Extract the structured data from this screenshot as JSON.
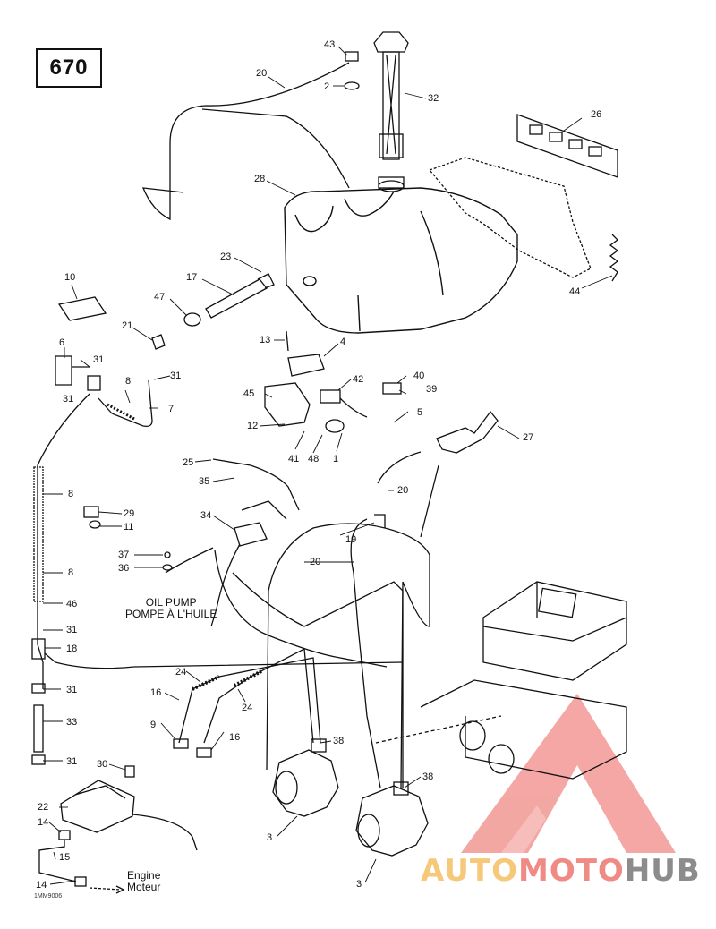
{
  "page_number": "670",
  "callouts": [
    {
      "id": "43",
      "label": "43"
    },
    {
      "id": "2",
      "label": "2"
    },
    {
      "id": "32",
      "label": "32"
    },
    {
      "id": "20a",
      "label": "20"
    },
    {
      "id": "26",
      "label": "26"
    },
    {
      "id": "28",
      "label": "28"
    },
    {
      "id": "44",
      "label": "44"
    },
    {
      "id": "10",
      "label": "10"
    },
    {
      "id": "23",
      "label": "23"
    },
    {
      "id": "17",
      "label": "17"
    },
    {
      "id": "47",
      "label": "47"
    },
    {
      "id": "21",
      "label": "21"
    },
    {
      "id": "6",
      "label": "6"
    },
    {
      "id": "31a",
      "label": "31"
    },
    {
      "id": "31b",
      "label": "31"
    },
    {
      "id": "31c",
      "label": "31"
    },
    {
      "id": "8a",
      "label": "8"
    },
    {
      "id": "7",
      "label": "7"
    },
    {
      "id": "13",
      "label": "13"
    },
    {
      "id": "4",
      "label": "4"
    },
    {
      "id": "40",
      "label": "40"
    },
    {
      "id": "42",
      "label": "42"
    },
    {
      "id": "39",
      "label": "39"
    },
    {
      "id": "45",
      "label": "45"
    },
    {
      "id": "5",
      "label": "5"
    },
    {
      "id": "12",
      "label": "12"
    },
    {
      "id": "41",
      "label": "41"
    },
    {
      "id": "48",
      "label": "48"
    },
    {
      "id": "1",
      "label": "1"
    },
    {
      "id": "27",
      "label": "27"
    },
    {
      "id": "25",
      "label": "25"
    },
    {
      "id": "35",
      "label": "35"
    },
    {
      "id": "8b",
      "label": "8"
    },
    {
      "id": "20b",
      "label": "20"
    },
    {
      "id": "29",
      "label": "29"
    },
    {
      "id": "11",
      "label": "11"
    },
    {
      "id": "34",
      "label": "34"
    },
    {
      "id": "19",
      "label": "19"
    },
    {
      "id": "37",
      "label": "37"
    },
    {
      "id": "36",
      "label": "36"
    },
    {
      "id": "8c",
      "label": "8"
    },
    {
      "id": "20c",
      "label": "20"
    },
    {
      "id": "46",
      "label": "46"
    },
    {
      "id": "31d",
      "label": "31"
    },
    {
      "id": "18",
      "label": "18"
    },
    {
      "id": "24a",
      "label": "24"
    },
    {
      "id": "31e",
      "label": "31"
    },
    {
      "id": "16a",
      "label": "16"
    },
    {
      "id": "24b",
      "label": "24"
    },
    {
      "id": "33",
      "label": "33"
    },
    {
      "id": "9",
      "label": "9"
    },
    {
      "id": "16b",
      "label": "16"
    },
    {
      "id": "38a",
      "label": "38"
    },
    {
      "id": "31f",
      "label": "31"
    },
    {
      "id": "30",
      "label": "30"
    },
    {
      "id": "38b",
      "label": "38"
    },
    {
      "id": "22",
      "label": "22"
    },
    {
      "id": "14a",
      "label": "14"
    },
    {
      "id": "3a",
      "label": "3"
    },
    {
      "id": "15",
      "label": "15"
    },
    {
      "id": "14b",
      "label": "14"
    },
    {
      "id": "3b",
      "label": "3"
    }
  ],
  "notes": {
    "oil_pump": [
      "OIL PUMP",
      "POMPE À L'HUILE"
    ],
    "engine": [
      "Engine",
      "Moteur"
    ]
  },
  "figure_ref": "1MM9006",
  "watermark": {
    "part1": "AUTO",
    "part2": "MOTO",
    "part3": "HUB"
  },
  "colors": {
    "line": "#111111",
    "watermark_yellow": "#f6c97a",
    "watermark_red": "#f08a85",
    "watermark_gray": "#8c8c8c"
  }
}
